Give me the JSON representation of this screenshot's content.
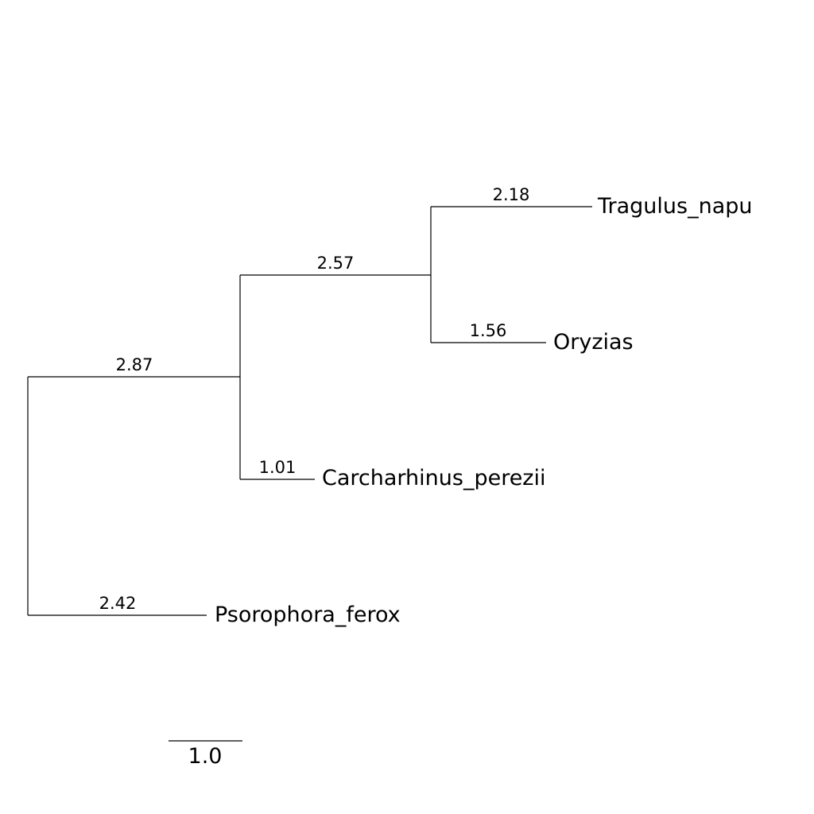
{
  "tree": {
    "leaves": [
      {
        "name": "Tragulus_napu",
        "branch_length": "2.18"
      },
      {
        "name": "Oryzias",
        "branch_length": "1.56"
      },
      {
        "name": "Carcharhinus_perezii",
        "branch_length": "1.01"
      },
      {
        "name": "Psorophora_ferox",
        "branch_length": "2.42"
      }
    ],
    "internal": [
      {
        "branch_length": "2.87"
      },
      {
        "branch_length": "2.57"
      }
    ]
  },
  "scale_bar": {
    "label": "1.0"
  }
}
